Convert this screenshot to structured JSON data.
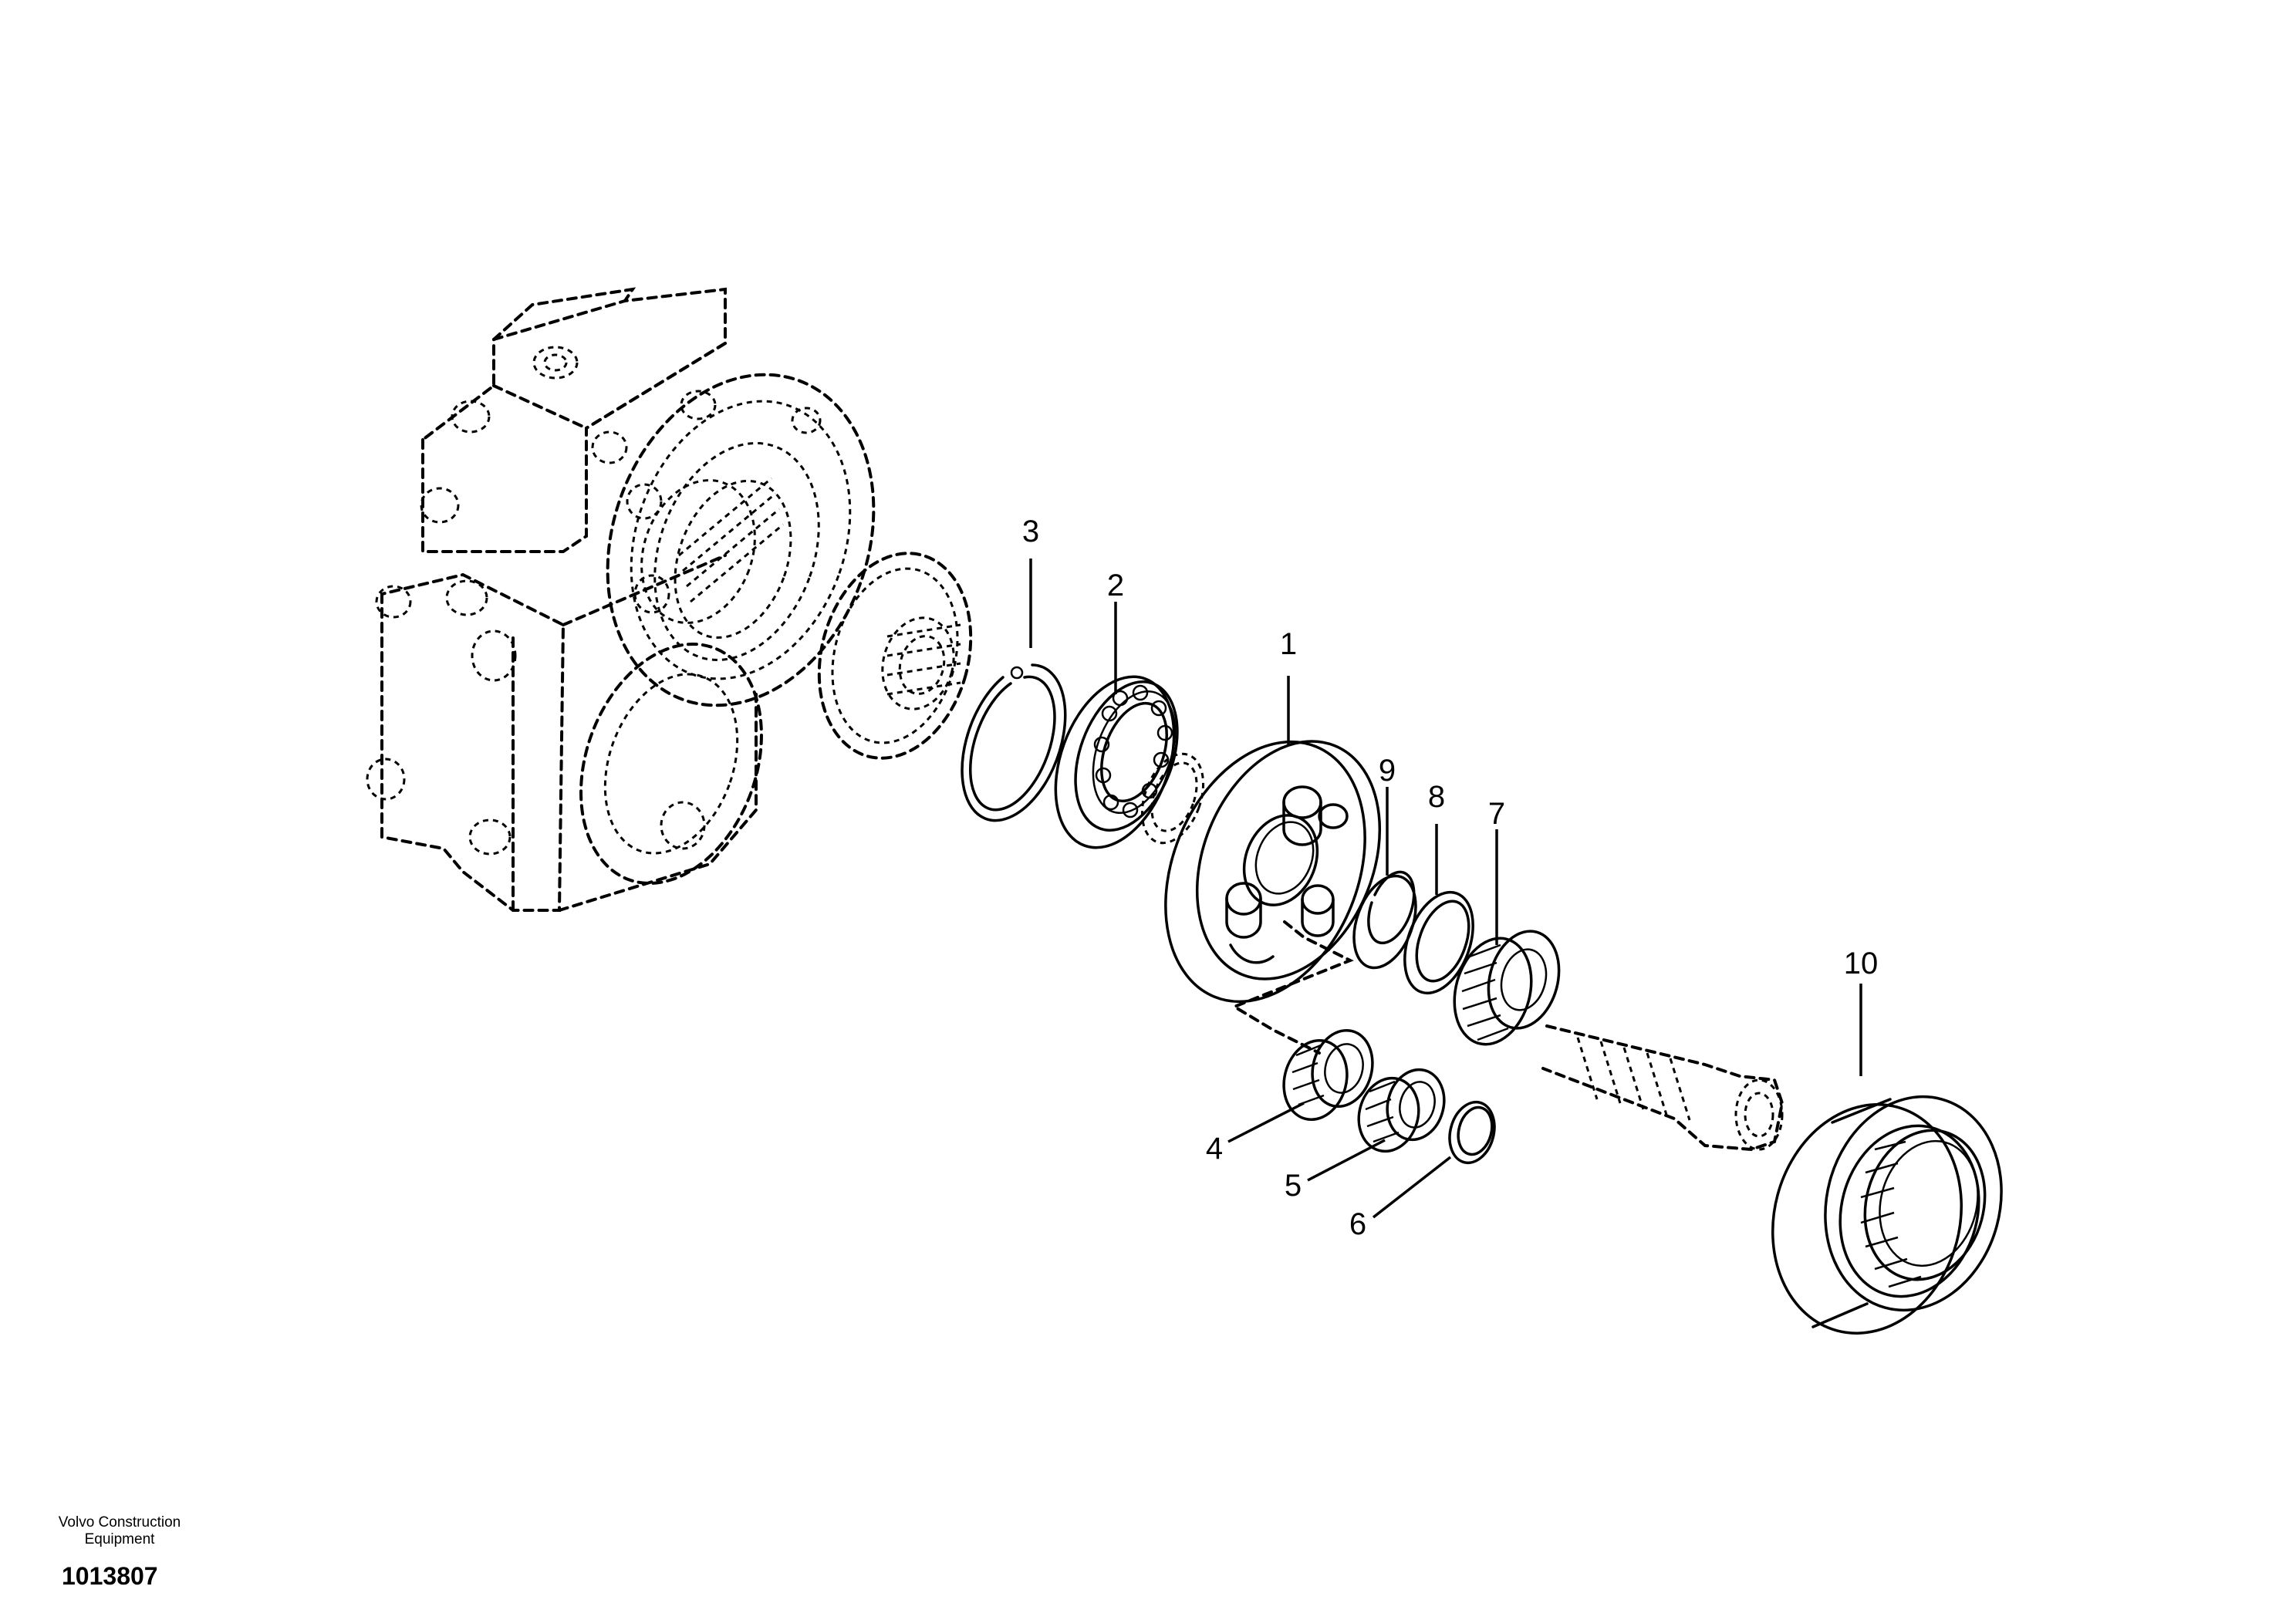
{
  "callouts": [
    {
      "id": "callout-1",
      "label": "1"
    },
    {
      "id": "callout-2",
      "label": "2"
    },
    {
      "id": "callout-3",
      "label": "3"
    },
    {
      "id": "callout-4",
      "label": "4"
    },
    {
      "id": "callout-5",
      "label": "5"
    },
    {
      "id": "callout-6",
      "label": "6"
    },
    {
      "id": "callout-7",
      "label": "7"
    },
    {
      "id": "callout-8",
      "label": "8"
    },
    {
      "id": "callout-9",
      "label": "9"
    },
    {
      "id": "callout-10",
      "label": "10"
    }
  ],
  "footer": {
    "company_line1": "Volvo Construction",
    "company_line2": "Equipment",
    "figure_number": "1013807"
  }
}
